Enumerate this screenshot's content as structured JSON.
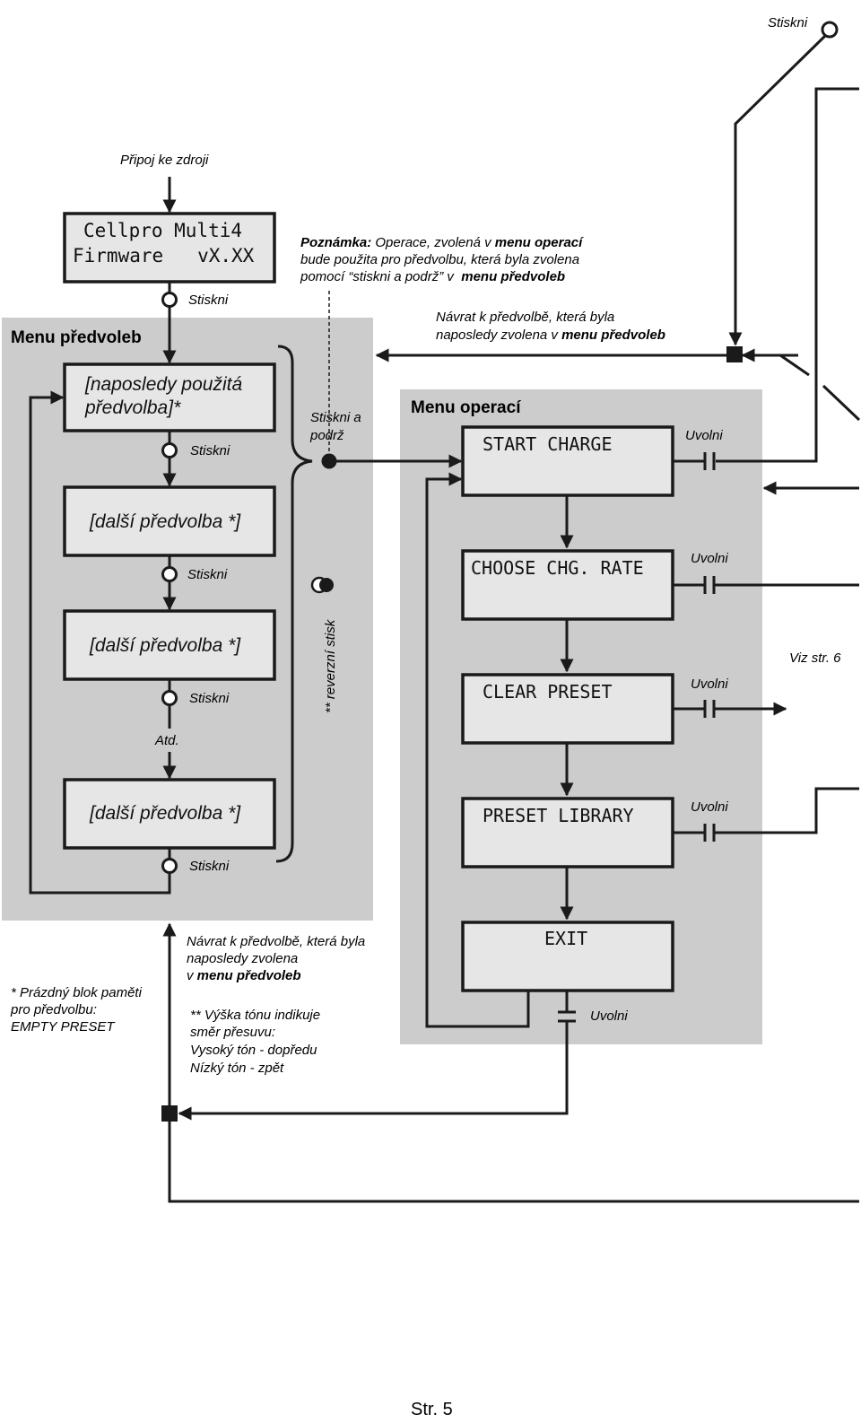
{
  "power_label": "Připoj ke zdroji",
  "lcd_startup": {
    "line1": "Cellpro Multi4",
    "line2": "Firmware   vX.XX"
  },
  "press": "Stiskni",
  "press_top": "Stiskni",
  "release": "Uvolni",
  "press_hold": {
    "line1": "Stiskni a",
    "line2": "podrž"
  },
  "note": {
    "line1_bold": "Poznámka:",
    "line1_a": " Operace, zvolená v ",
    "line1_bold2": "menu operací",
    "line2": "bude použita pro předvolbu, která byla zvolena",
    "line3_a": "pomocí “stiskni a podrž” v  ",
    "line3_bold": "menu předvoleb"
  },
  "return_top": {
    "line1": "Návrat k předvolbě, která byla",
    "line2_a": "naposledy zvolena v ",
    "line2_bold": "menu předvoleb"
  },
  "return_bottom": {
    "line1": "Návrat k předvolbě, která byla",
    "line2": "naposledy zvolena",
    "line3_a": "v ",
    "line3_bold": "menu předvoleb"
  },
  "preset_menu": {
    "title": "Menu předvoleb",
    "last_used": {
      "line1": "[naposledy použitá",
      "line2": "předvolba]*"
    },
    "next_preset": "[další předvolba *]",
    "etc": "Atd."
  },
  "ops_menu": {
    "title": "Menu operací",
    "items": [
      "START CHARGE",
      "CHOOSE CHG. RATE",
      "CLEAR PRESET",
      "PRESET LIBRARY",
      "EXIT"
    ]
  },
  "reverse_press": "** reverzní stisk",
  "see_page": "Viz str. 6",
  "footnote_empty": {
    "line1": "* Prázdný blok paměti",
    "line2": "pro předvolbu:",
    "line3": "EMPTY PRESET"
  },
  "footnote_tone": {
    "line1": "** Výška tónu indikuje",
    "line2": "směr přesuvu:",
    "line3": "Vysoký tón - dopředu",
    "line4": "Nízký tón - zpět"
  },
  "page_number": "Str. 5"
}
